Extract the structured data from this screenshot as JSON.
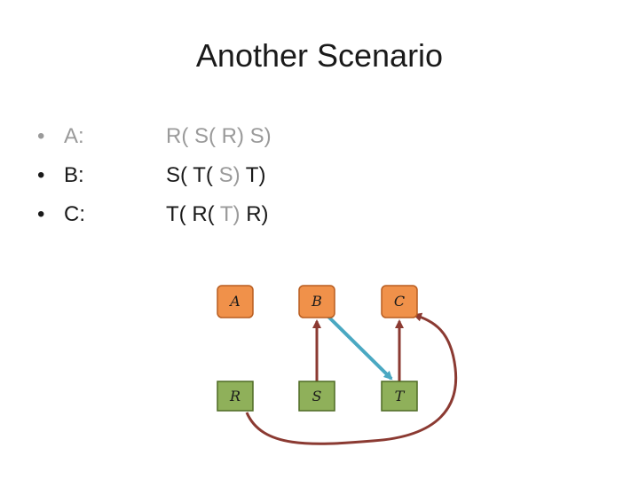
{
  "title": "Another Scenario",
  "bullet_glyph": "•",
  "rows": [
    {
      "label": "A:",
      "parts": [
        "R( S( R) S)"
      ],
      "faded": true
    },
    {
      "label": "B:",
      "parts": [
        "S( T( ",
        "S)",
        " T)"
      ],
      "faded": false
    },
    {
      "label": "C:",
      "parts": [
        "T( R( ",
        "T)",
        " R)"
      ],
      "faded": false
    }
  ],
  "diagram": {
    "top_nodes": [
      "A",
      "B",
      "C"
    ],
    "bottom_nodes": [
      "R",
      "S",
      "T"
    ],
    "colors": {
      "top_fill": "#f0914a",
      "top_stroke": "#b85d20",
      "bottom_fill": "#8fb05a",
      "bottom_stroke": "#4e6a24",
      "edge_red": "#8b3a32",
      "edge_blue": "#4aa8c2"
    }
  }
}
